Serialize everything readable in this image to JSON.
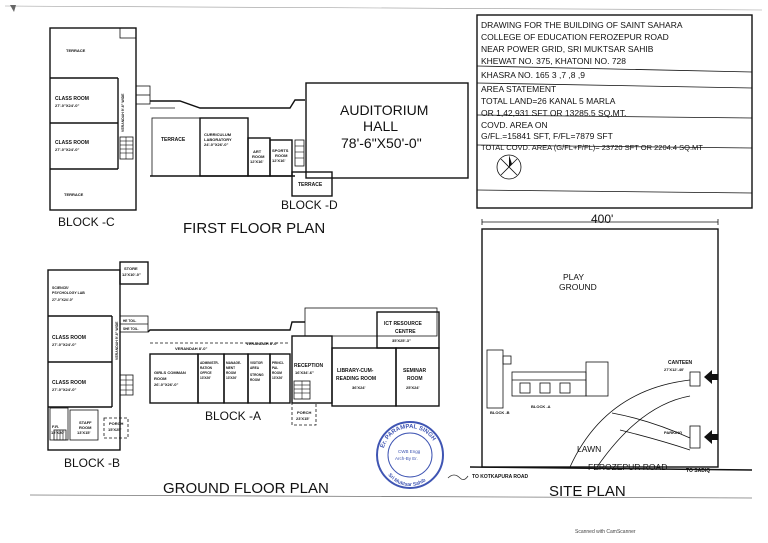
{
  "title_block": {
    "line1": "DRAWING FOR THE BUILDING OF SAINT SAHARA",
    "line2": "COLLEGE OF EDUCATION FEROZEPUR ROAD",
    "line3": "NEAR POWER GRID, SRI MUKTSAR SAHIB",
    "khewat": "KHEWAT NO. 375, KHATONI NO. 728",
    "khasra": "KHASRA NO. 165 3 ,7 ,8 ,9",
    "area_heading": "AREA STATEMENT",
    "total_land": "TOTAL LAND=26 KANAL 5 MARLA",
    "total_land_alt": "OR 1,42,931 SFT OR 13285.5 SQ.MT.",
    "covd_heading": "COVD. AREA ON",
    "covd_floors": "G/FL.=15841 SFT, F/FL=7879 SFT",
    "total_covd": "TOTAL COVD. AREA (G/FL+F/FL)= 23720 SFT OR 2204.4 SQ.MT"
  },
  "first_floor": {
    "title": "FIRST FLOOR PLAN",
    "block_c": "BLOCK -C",
    "block_d": "BLOCK -D",
    "terrace_top": "TERRACE",
    "class_room_1": [
      "CLASS ROOM",
      "27'-0\"X24'-0\""
    ],
    "class_room_2": [
      "CLASS ROOM",
      "27'-0\"X24'-0\""
    ],
    "terrace_bottom": "TERRACE",
    "verandah": "VERANDAH 9'-6\" WIDE",
    "terrace_mid": "TERRACE",
    "curriculum": [
      "CURRICULUM",
      "LABORATORY",
      "24'-0\"X26'-0\""
    ],
    "art_room": [
      "ART",
      "ROOM",
      "12'X16'"
    ],
    "sports_room": [
      "SPORTS",
      "ROOM",
      "12'X16'"
    ],
    "auditorium": [
      "AUDITORIUM",
      "HALL",
      "78'-6\"X50'-0\""
    ],
    "terrace_d": "TERRACE"
  },
  "ground_floor": {
    "title": "GROUND FLOOR PLAN",
    "block_a": "BLOCK -A",
    "block_b": "BLOCK -B",
    "store": [
      "STORE",
      "12'X10'-0\""
    ],
    "science_lab": [
      "SCIENCE/",
      "PSYCHOLOGY LAB",
      "27'-0\"X24'-0\""
    ],
    "class_room_1": [
      "CLASS ROOM",
      "27'-0\"X24'-0\""
    ],
    "class_room_2": [
      "CLASS ROOM",
      "27'-0\"X24'-0\""
    ],
    "verandah_b": "VERANDAH 9'-6\" WIDE",
    "toilets": [
      "HE TOIL.",
      "SHE TOIL."
    ],
    "fr": [
      "F.R.",
      "12'X20'"
    ],
    "staff_room": [
      "STAFF",
      "ROOM",
      "13'X15'"
    ],
    "porch_b": [
      "PORCH",
      "15'X25'"
    ],
    "verandah_a1": "VERANDAH 8'-0\"",
    "verandah_a2": "VERANDAH 8'-0\"",
    "girls_common": [
      "GIRLS COMMAN",
      "ROOM",
      "26'-0\"X26'-0\""
    ],
    "administration": [
      "ADMINISTR-",
      "RATION",
      "OFFICE",
      "13'X26'"
    ],
    "management": [
      "MANAGE-",
      "MENT",
      "ROOM",
      "13'X26'"
    ],
    "visitor": [
      "VISITOR",
      "AREA",
      "STRONG",
      "ROOM"
    ],
    "principal": [
      "PRINCI-",
      "PAL",
      "ROOM",
      "13'X26'"
    ],
    "reception": [
      "RECEPTION",
      "16'X34'-6\""
    ],
    "porch_a": [
      "PORCH",
      "23'X15'"
    ],
    "ict": [
      "ICT RESOURCE",
      "CENTRE",
      "35'X25'-3\""
    ],
    "library": [
      "LIBRARY-CUM-",
      "READING ROOM",
      "36'X24'"
    ],
    "seminar": [
      "SEMINAR",
      "ROOM",
      "25'X24'"
    ]
  },
  "site_plan": {
    "title": "SITE PLAN",
    "dimension": "400'",
    "play_ground": [
      "PLAY",
      "GROUND"
    ],
    "canteen": [
      "CANTEEN",
      "27'X12'-40'"
    ],
    "parking": "PARKING",
    "lawn": "LAWN",
    "block_b": "BLOCK -B",
    "block_a": "BLOCK -A",
    "road": "FEROZEPUR ROAD",
    "to_kotkapura": "TO KOTKAPURA ROAD",
    "to_sadiq": "TO SADIQ"
  },
  "stamp": {
    "ring_top": "Er. PARAMPAL SINGH",
    "ring_bottom": "Sri Muktsar Sahib",
    "center": [
      "CWB Engg",
      "Arch-By Er."
    ]
  },
  "footer": "Scanned with CamScanner"
}
